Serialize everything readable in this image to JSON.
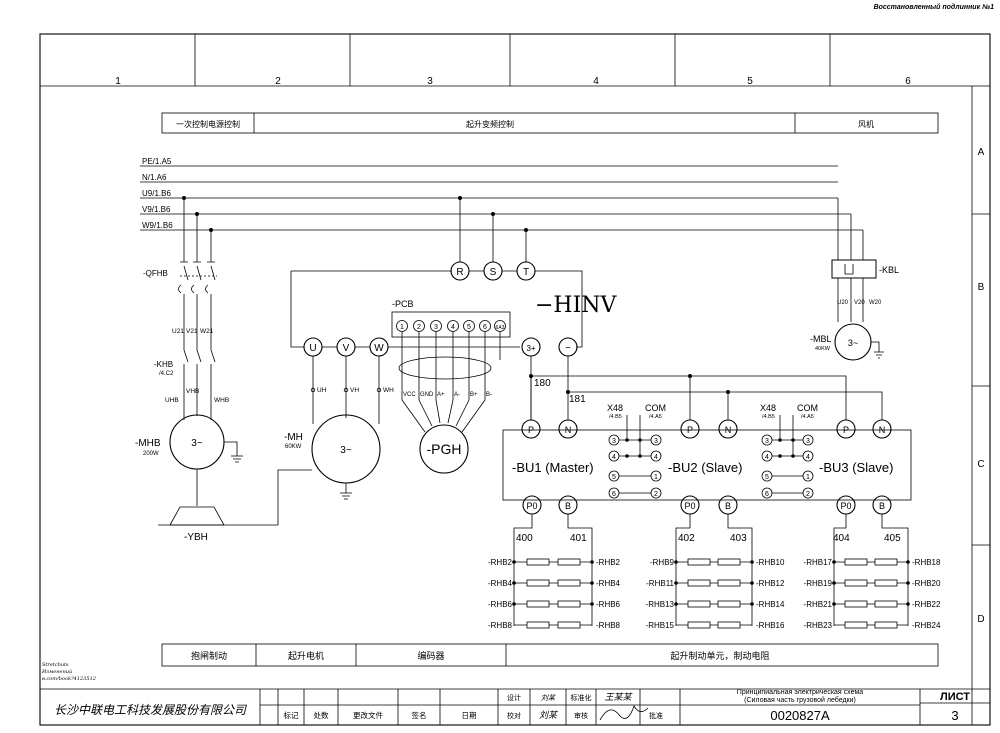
{
  "header": {
    "restored_note": "Восстановленный подлинник №1"
  },
  "columns": [
    "1",
    "2",
    "3",
    "4",
    "5",
    "6"
  ],
  "rows": [
    "A",
    "B",
    "C",
    "D"
  ],
  "top_sections": {
    "left": "一次控制电源控制",
    "middle": "起升变频控制",
    "right": "风机"
  },
  "buses": [
    "PE/1.A5",
    "N/1.A6",
    "U9/1.B6",
    "V9/1.B6",
    "W9/1.B6"
  ],
  "labels": {
    "qfhb": "-QFHB",
    "khb": "-KHB",
    "khb_ref": "/4.C2",
    "u21": "U21",
    "v21": "V21",
    "w21": "W21",
    "uhb": "UHB",
    "vhb": "VHB",
    "whb": "WHB",
    "mhb": "-MHB",
    "mhb_power": "200W",
    "three_phase": "3~",
    "ybh": "-YBH",
    "mh": "-MH",
    "mh_power": "60KW",
    "uh": "UH",
    "vh": "VH",
    "wh": "WH",
    "hinv": "−HINV",
    "r": "R",
    "s": "S",
    "t": "T",
    "u": "U",
    "v": "V",
    "w": "W",
    "dc_plus": "3+",
    "dc_minus": "−",
    "pcb": "-PCB",
    "pcb_pins": [
      "1",
      "2",
      "3",
      "4",
      "5",
      "6",
      "6A3"
    ],
    "pgh_pins": [
      "VCC",
      "GND",
      "A+",
      "A-",
      "B+",
      "B-"
    ],
    "pgh": "-PGH",
    "w180": "180",
    "w181": "181",
    "x48": "X48",
    "x48_ref": "/4.B5",
    "com": "COM",
    "com_ref": "/4.A5",
    "p": "P",
    "n": "N",
    "p0": "P0",
    "b": "B",
    "bu1": "-BU1 (Master)",
    "bu2": "-BU2 (Slave)",
    "bu3": "-BU3 (Slave)",
    "bu_pins": [
      "3",
      "4",
      "5",
      "6"
    ],
    "bu_pins_right": [
      "3",
      "4",
      "1",
      "2"
    ],
    "w400": "400",
    "w401": "401",
    "w402": "402",
    "w403": "403",
    "w404": "404",
    "w405": "405",
    "kbl": "-KBL",
    "u20": "U20",
    "v20": "V20",
    "w20": "W20",
    "mbl": "-MBL",
    "mbl_power": "40KW"
  },
  "resistors": {
    "g1": {
      "left": [
        "-RHB2",
        "-RHB4",
        "-RHB6",
        "-RHB8"
      ],
      "right": [
        "-RHB2",
        "-RHB4",
        "-RHB6",
        "-RHB8"
      ]
    },
    "g2": {
      "left": [
        "-RHB9",
        "-RHB11",
        "-RHB13",
        "-RHB15"
      ],
      "right": [
        "-RHB10",
        "-RHB12",
        "-RHB14",
        "-RHB16"
      ]
    },
    "g3": {
      "left": [
        "-RHB17",
        "-RHB19",
        "-RHB21",
        "-RHB23"
      ],
      "right": [
        "-RHB18",
        "-RHB20",
        "-RHB22",
        "-RHB24"
      ]
    }
  },
  "bottom_sections": [
    "抱闸制动",
    "起升电机",
    "编码器",
    "起升制动单元，制动电阻"
  ],
  "side_note": [
    "Stretchuts",
    "Изменений",
    "в.com/book?4123512"
  ],
  "title_block": {
    "company": "长沙中联电工科技发展股份有限公司",
    "row_labels": [
      "标记",
      "处数",
      "更改文件",
      "签名",
      "日期"
    ],
    "sign_labels_top": [
      "设计",
      "刘某",
      "标准化",
      "王某某"
    ],
    "sign_labels_bottom": [
      "校对",
      "刘某",
      "审核",
      "批准"
    ],
    "description_ru": "Принципиальная электрическая схема",
    "description_ru2": "(Силовая часть грузовой лебедки)",
    "doc_number": "0020827A",
    "sheet_label": "ЛИСТ",
    "sheet_number": "3"
  }
}
